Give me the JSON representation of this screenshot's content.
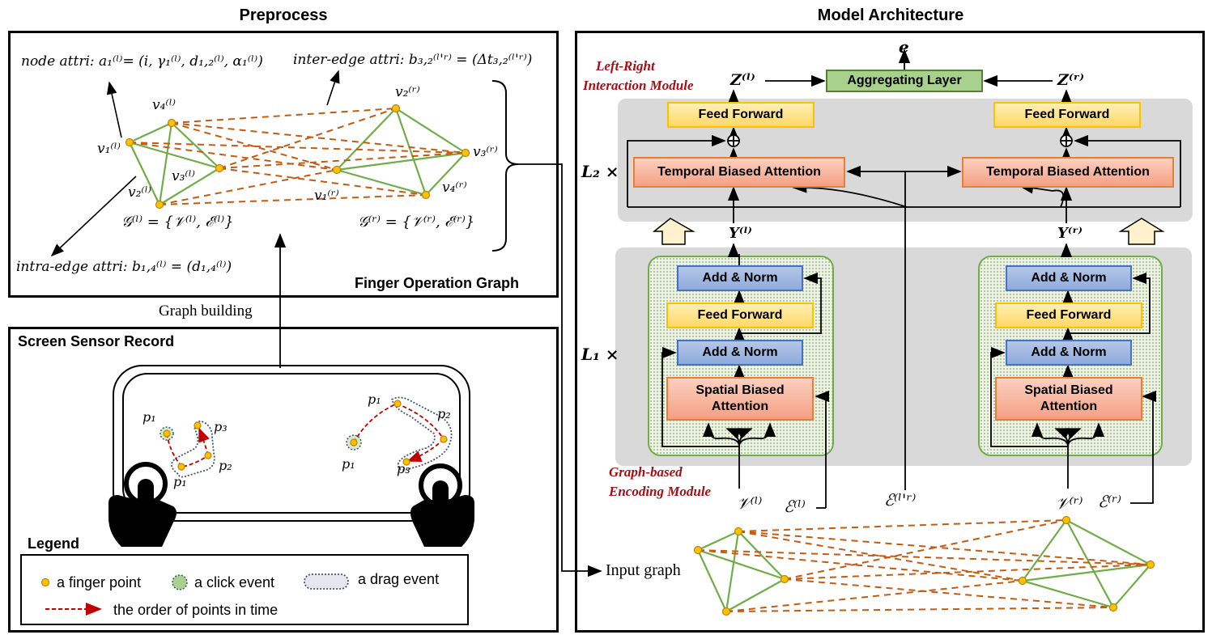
{
  "preprocess": {
    "title": "Preprocess",
    "node_attr": "node attri: a₁⁽ˡ⁾= (i, γ₁⁽ˡ⁾, d₁,₂⁽ˡ⁾, α₁⁽ˡ⁾)",
    "inter_edge_attr": "inter-edge attri: b₃,₂⁽ˡ'ʳ⁾ = (Δt₃,₂⁽ˡ'ʳ⁾)",
    "intra_edge_attr": "intra-edge attri: b₁,₄⁽ˡ⁾ = (d₁,₄⁽ˡ⁾)",
    "graph_left_label": "𝒢⁽ˡ⁾ = {𝒱⁽ˡ⁾, ℰ⁽ˡ⁾}",
    "graph_right_label": "𝒢⁽ʳ⁾ = {𝒱⁽ʳ⁾, ℰ⁽ʳ⁾}",
    "nodes_left": [
      "v₁⁽ˡ⁾",
      "v₂⁽ˡ⁾",
      "v₃⁽ˡ⁾",
      "v₄⁽ˡ⁾"
    ],
    "nodes_right": [
      "v₁⁽ʳ⁾",
      "v₂⁽ʳ⁾",
      "v₃⁽ʳ⁾",
      "v₄⁽ʳ⁾"
    ],
    "finger_graph_title": "Finger Operation Graph",
    "graph_building": "Graph building",
    "screen_record_title": "Screen Sensor Record",
    "points": {
      "left": [
        "p₁",
        "p₁",
        "p₂",
        "p₃"
      ],
      "right": [
        "p₁",
        "p₁",
        "p₂",
        "p₃"
      ]
    },
    "legend": {
      "title": "Legend",
      "finger_point": "a finger point",
      "click_event": "a click event",
      "drag_event": "a drag event",
      "time_order": "the order of points in time"
    }
  },
  "architecture": {
    "title": "Model Architecture",
    "output": "e",
    "aggregating_layer": "Aggregating Layer",
    "z_left": "Z⁽ˡ⁾",
    "z_right": "Z⁽ʳ⁾",
    "lr_module": [
      "Left-Right",
      "Interaction Module"
    ],
    "feed_forward": "Feed Forward",
    "oplus": "⊕",
    "temporal_attention": "Temporal Biased Attention",
    "l2": "L₂ ×",
    "l1": "L₁ ×",
    "y_left": "Y⁽ˡ⁾",
    "y_right": "Y⁽ʳ⁾",
    "add_norm": "Add & Norm",
    "spatial_attention": [
      "Spatial Biased",
      "Attention"
    ],
    "encoding_module": [
      "Graph-based",
      "Encoding Module"
    ],
    "v_left": "𝒱⁽ˡ⁾",
    "e_left": "ℰ⁽ˡ⁾",
    "e_lr": "ℰ⁽ˡ'ʳ⁾",
    "v_right": "𝒱⁽ʳ⁾",
    "e_right": "ℰ⁽ʳ⁾",
    "input_graph": "Input graph"
  },
  "colors": {
    "graph_edge": "#70ad47",
    "inter_edge": "#c55a11",
    "node": "#ffc000",
    "module_title": "#a50f15",
    "time_order": "#c00000"
  }
}
